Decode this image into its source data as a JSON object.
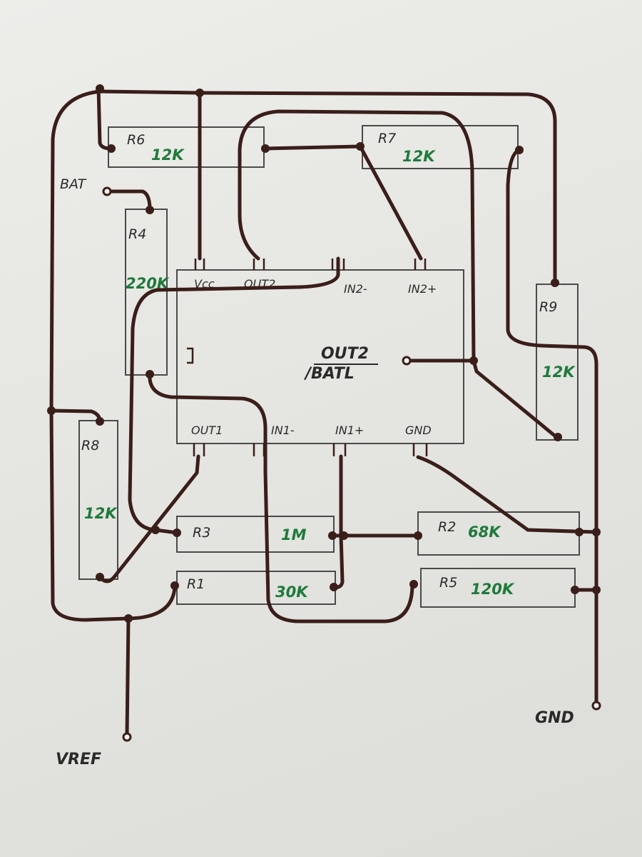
{
  "labels": {
    "bat": "BAT",
    "vref": "VREF",
    "gnd": "GND"
  },
  "ic": {
    "pins_top": [
      "Vcc",
      "OUT2",
      "IN2-",
      "IN2+"
    ],
    "pins_bottom": [
      "OUT1",
      "IN1-",
      "IN1+",
      "GND"
    ],
    "center_line1": "OUT2",
    "center_line2": "/BATL"
  },
  "resistors": [
    {
      "ref": "R6",
      "value": "12K"
    },
    {
      "ref": "R7",
      "value": "12K"
    },
    {
      "ref": "R4",
      "value": "220K"
    },
    {
      "ref": "R9",
      "value": "12K"
    },
    {
      "ref": "R8",
      "value": "12K"
    },
    {
      "ref": "R3",
      "value": "1M"
    },
    {
      "ref": "R2",
      "value": "68K"
    },
    {
      "ref": "R1",
      "value": "30K"
    },
    {
      "ref": "R5",
      "value": "120K"
    }
  ],
  "colors": {
    "wire": "#3a1e1a",
    "value_ink": "#1f7a3c",
    "paper": "#e8e8e5"
  }
}
